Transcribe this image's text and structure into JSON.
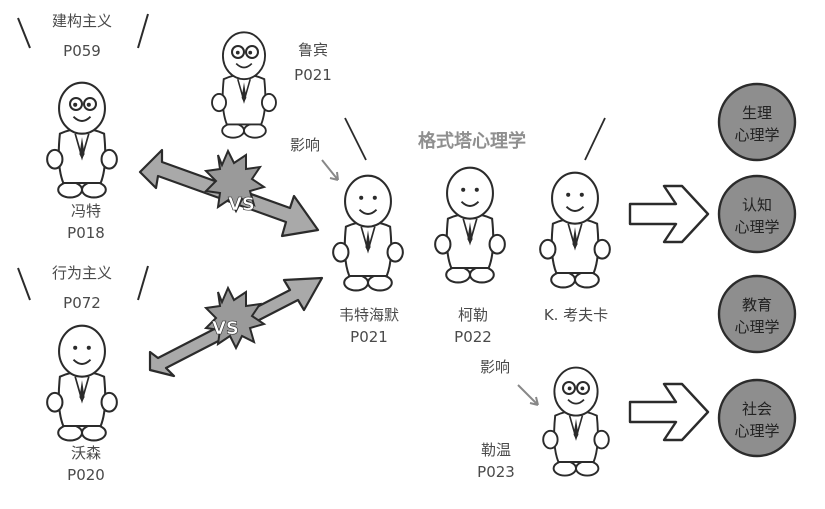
{
  "school_title": "格式塔心理学",
  "constructivism": {
    "label": "建构主义",
    "page": "P059"
  },
  "behaviorism": {
    "label": "行为主义",
    "page": "P072"
  },
  "people": {
    "lubin": {
      "name": "鲁宾",
      "page": "P021"
    },
    "wundt": {
      "name": "冯特",
      "page": "P018"
    },
    "watson": {
      "name": "沃森",
      "page": "P020"
    },
    "wertheimer": {
      "name": "韦特海默",
      "page": "P021"
    },
    "kohler": {
      "name": "柯勒",
      "page": "P022"
    },
    "koffka": {
      "name": "K. 考夫卡"
    },
    "lewin": {
      "name": "勒温",
      "page": "P023"
    }
  },
  "influence_label_1": "影响",
  "influence_label_2": "影响",
  "vs_label_1": "VS",
  "vs_label_2": "VS",
  "fields": [
    {
      "line1": "生理",
      "line2": "心理学"
    },
    {
      "line1": "认知",
      "line2": "心理学"
    },
    {
      "line1": "教育",
      "line2": "心理学"
    },
    {
      "line1": "社会",
      "line2": "心理学"
    }
  ],
  "colors": {
    "badge_fill": "#8e8e8e",
    "arrow_fill": "#a9a9a9",
    "outline": "#2b2b2b",
    "title_gray": "#8f8f8f"
  }
}
